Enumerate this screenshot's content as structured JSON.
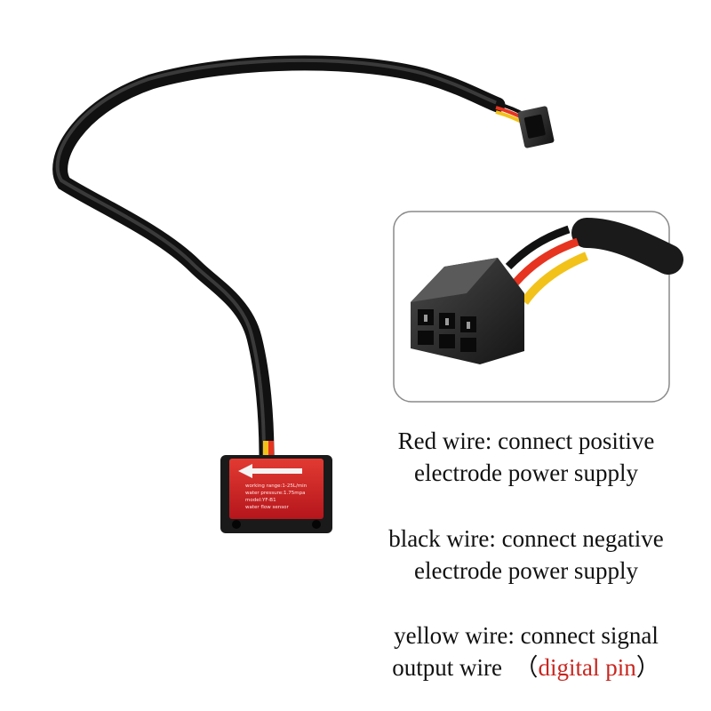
{
  "sensor_label": {
    "lines": [
      "working range:1-25L/min",
      "water pressure:1.75mpa",
      "model:YF-B1",
      "water flow sensor"
    ]
  },
  "captions": {
    "red_wire": [
      "Red wire: connect positive",
      "electrode power supply"
    ],
    "black_wire": [
      "black wire: connect negative",
      "electrode power supply"
    ],
    "yellow_wire": {
      "line1": "yellow wire: connect signal",
      "line2_prefix": "output wire  （",
      "line2_highlight": "digital pin",
      "line2_suffix": "）"
    }
  },
  "colors": {
    "highlight": "#c8261f",
    "sensor_body": "#d6222a",
    "cable": "#1c1c1c",
    "wire_red": "#e63420",
    "wire_yellow": "#f2c21a"
  }
}
